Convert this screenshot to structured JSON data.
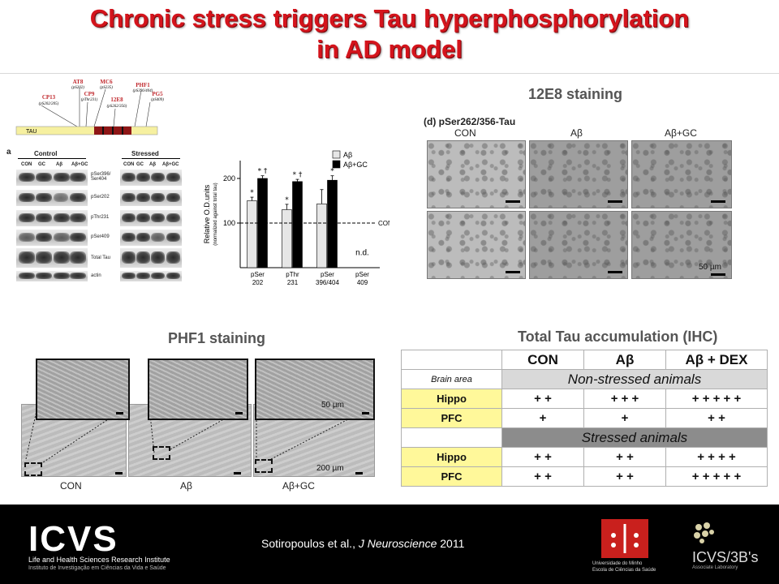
{
  "title": {
    "line1": "Chronic stress triggers Tau hyperphosphorylation",
    "line2": "in AD model"
  },
  "tau_diagram": {
    "tau_label": "TAU",
    "epitopes": [
      {
        "name": "CP13",
        "site": "(pS202/205)"
      },
      {
        "name": "AT8",
        "site": "(pS202)"
      },
      {
        "name": "CP9",
        "site": "(pThr231)"
      },
      {
        "name": "MC6",
        "site": "(pS235)"
      },
      {
        "name": "12E8",
        "site": "(pS262/356)"
      },
      {
        "name": "PHF1",
        "site": "(pS396/404)"
      },
      {
        "name": "PG5",
        "site": "(pS409)"
      }
    ]
  },
  "western_blot": {
    "panel_letter": "a",
    "group_control": "Control",
    "group_stressed": "Stressed",
    "lanes": [
      "CON",
      "GC",
      "Aβ",
      "Aβ+GC"
    ],
    "rows": [
      "pSer396/ Ser404",
      "pSer202",
      "pThr231",
      "pSer409",
      "Total Tau",
      "actin"
    ]
  },
  "chart_data": {
    "type": "bar",
    "categories": [
      "pSer 202",
      "pThr 231",
      "pSer 396/404",
      "pSer 409"
    ],
    "series": [
      {
        "name": "Aβ",
        "values": [
          150,
          130,
          143,
          null
        ],
        "color": "#e6e6e6"
      },
      {
        "name": "Aβ+GC",
        "values": [
          200,
          193,
          196,
          null
        ],
        "color": "#000000"
      }
    ],
    "errors": [
      [
        8,
        12,
        32,
        null
      ],
      [
        6,
        5,
        10,
        null
      ]
    ],
    "annotations": {
      "Aβ": [
        "*",
        "*",
        "",
        ""
      ],
      "Aβ+GC": [
        "* †",
        "* †",
        "*",
        ""
      ]
    },
    "ylabel": "Relative O.D.units",
    "ylabel_sub": "(normalized against total tau)",
    "yticks": [
      100,
      200
    ],
    "ylim": [
      0,
      240
    ],
    "reference_line": {
      "value": 100,
      "label": "CON"
    },
    "nd_label": "n.d."
  },
  "staining_12e8": {
    "heading": "12E8 staining",
    "panel_label": "(d) pSer262/356-Tau",
    "columns": [
      "CON",
      "Aβ",
      "Aβ+GC"
    ],
    "scale_label": "50 µm"
  },
  "phf1": {
    "heading": "PHF1 staining",
    "columns": [
      "CON",
      "Aβ",
      "Aβ+GC"
    ],
    "inset_scale": "50 µm",
    "main_scale": "200 µm"
  },
  "tau_table": {
    "heading": "Total Tau accumulation (IHC)",
    "columns": [
      "CON",
      "Aβ",
      "Aβ + DEX"
    ],
    "brain_area_label": "Brain area",
    "group1": "Non-stressed animals",
    "group2": "Stressed animals",
    "rows_group1": [
      {
        "area": "Hippo",
        "values": [
          "+ +",
          "+ + +",
          "+ + + + +"
        ]
      },
      {
        "area": "PFC",
        "values": [
          "+",
          "+",
          "+ +"
        ]
      }
    ],
    "rows_group2": [
      {
        "area": "Hippo",
        "values": [
          "+ +",
          "+ +",
          "+ + + +"
        ]
      },
      {
        "area": "PFC",
        "values": [
          "+ +",
          "+ +",
          "+ + + + +"
        ]
      }
    ]
  },
  "footer": {
    "logo": "ICVS",
    "logo_sub1": "Life and Health Sciences Research Institute",
    "logo_sub2": "Instituto de Investigação em Ciências da Vida e Saúde",
    "citation_authors": "Sotiropoulos  et al., ",
    "citation_journal": "J Neuroscience",
    "citation_year": " 2011",
    "um_line1": "Universidade do Minho",
    "um_line2": "Escola de Ciências da Saúde",
    "b3_logo": "ICVS/3B's",
    "b3_sub": "Associate Laboratory"
  }
}
